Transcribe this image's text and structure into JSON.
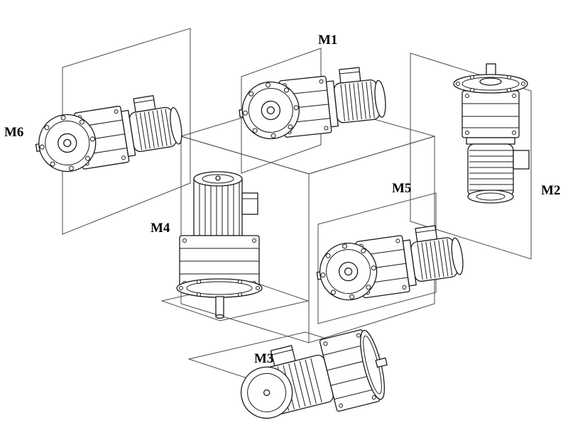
{
  "diagram": {
    "type": "technical-illustration",
    "description": "Six gearmotor mounting positions arranged around an isometric cube",
    "labels": {
      "m1": "M1",
      "m2": "M2",
      "m3": "M3",
      "m4": "M4",
      "m5": "M5",
      "m6": "M6"
    },
    "colors": {
      "ink": "#1a1a1a",
      "construction_line": "#4a4a4a",
      "background": "#ffffff"
    }
  }
}
